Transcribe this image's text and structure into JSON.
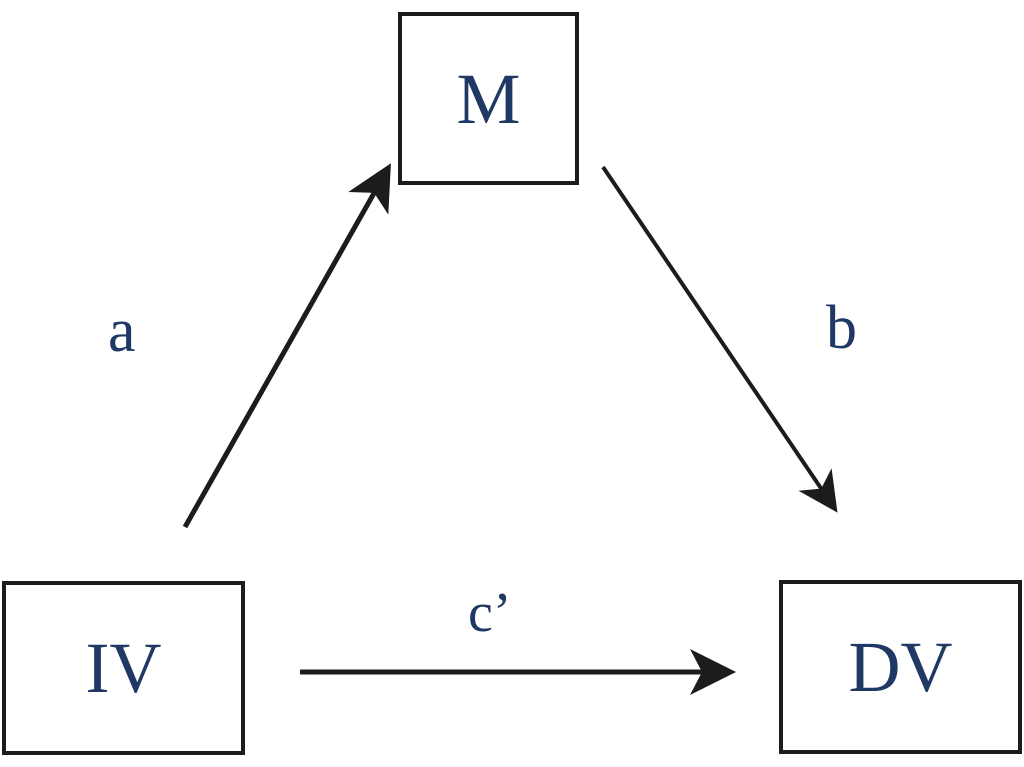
{
  "diagram": {
    "type": "mediation-path-model",
    "nodes": [
      {
        "id": "M",
        "label": "M",
        "role": "mediator"
      },
      {
        "id": "IV",
        "label": "IV",
        "role": "independent-variable"
      },
      {
        "id": "DV",
        "label": "DV",
        "role": "dependent-variable"
      }
    ],
    "edges": [
      {
        "id": "a",
        "label": "a",
        "from": "IV",
        "to": "M"
      },
      {
        "id": "b",
        "label": "b",
        "from": "M",
        "to": "DV"
      },
      {
        "id": "c-prime",
        "label": "c’",
        "from": "IV",
        "to": "DV"
      }
    ],
    "colors": {
      "background": "#ffffff",
      "box_fill": "#ffffff",
      "box_border": "#1c1c1c",
      "label_text": "#1f3864",
      "arrow": "#1c1c1c"
    }
  }
}
